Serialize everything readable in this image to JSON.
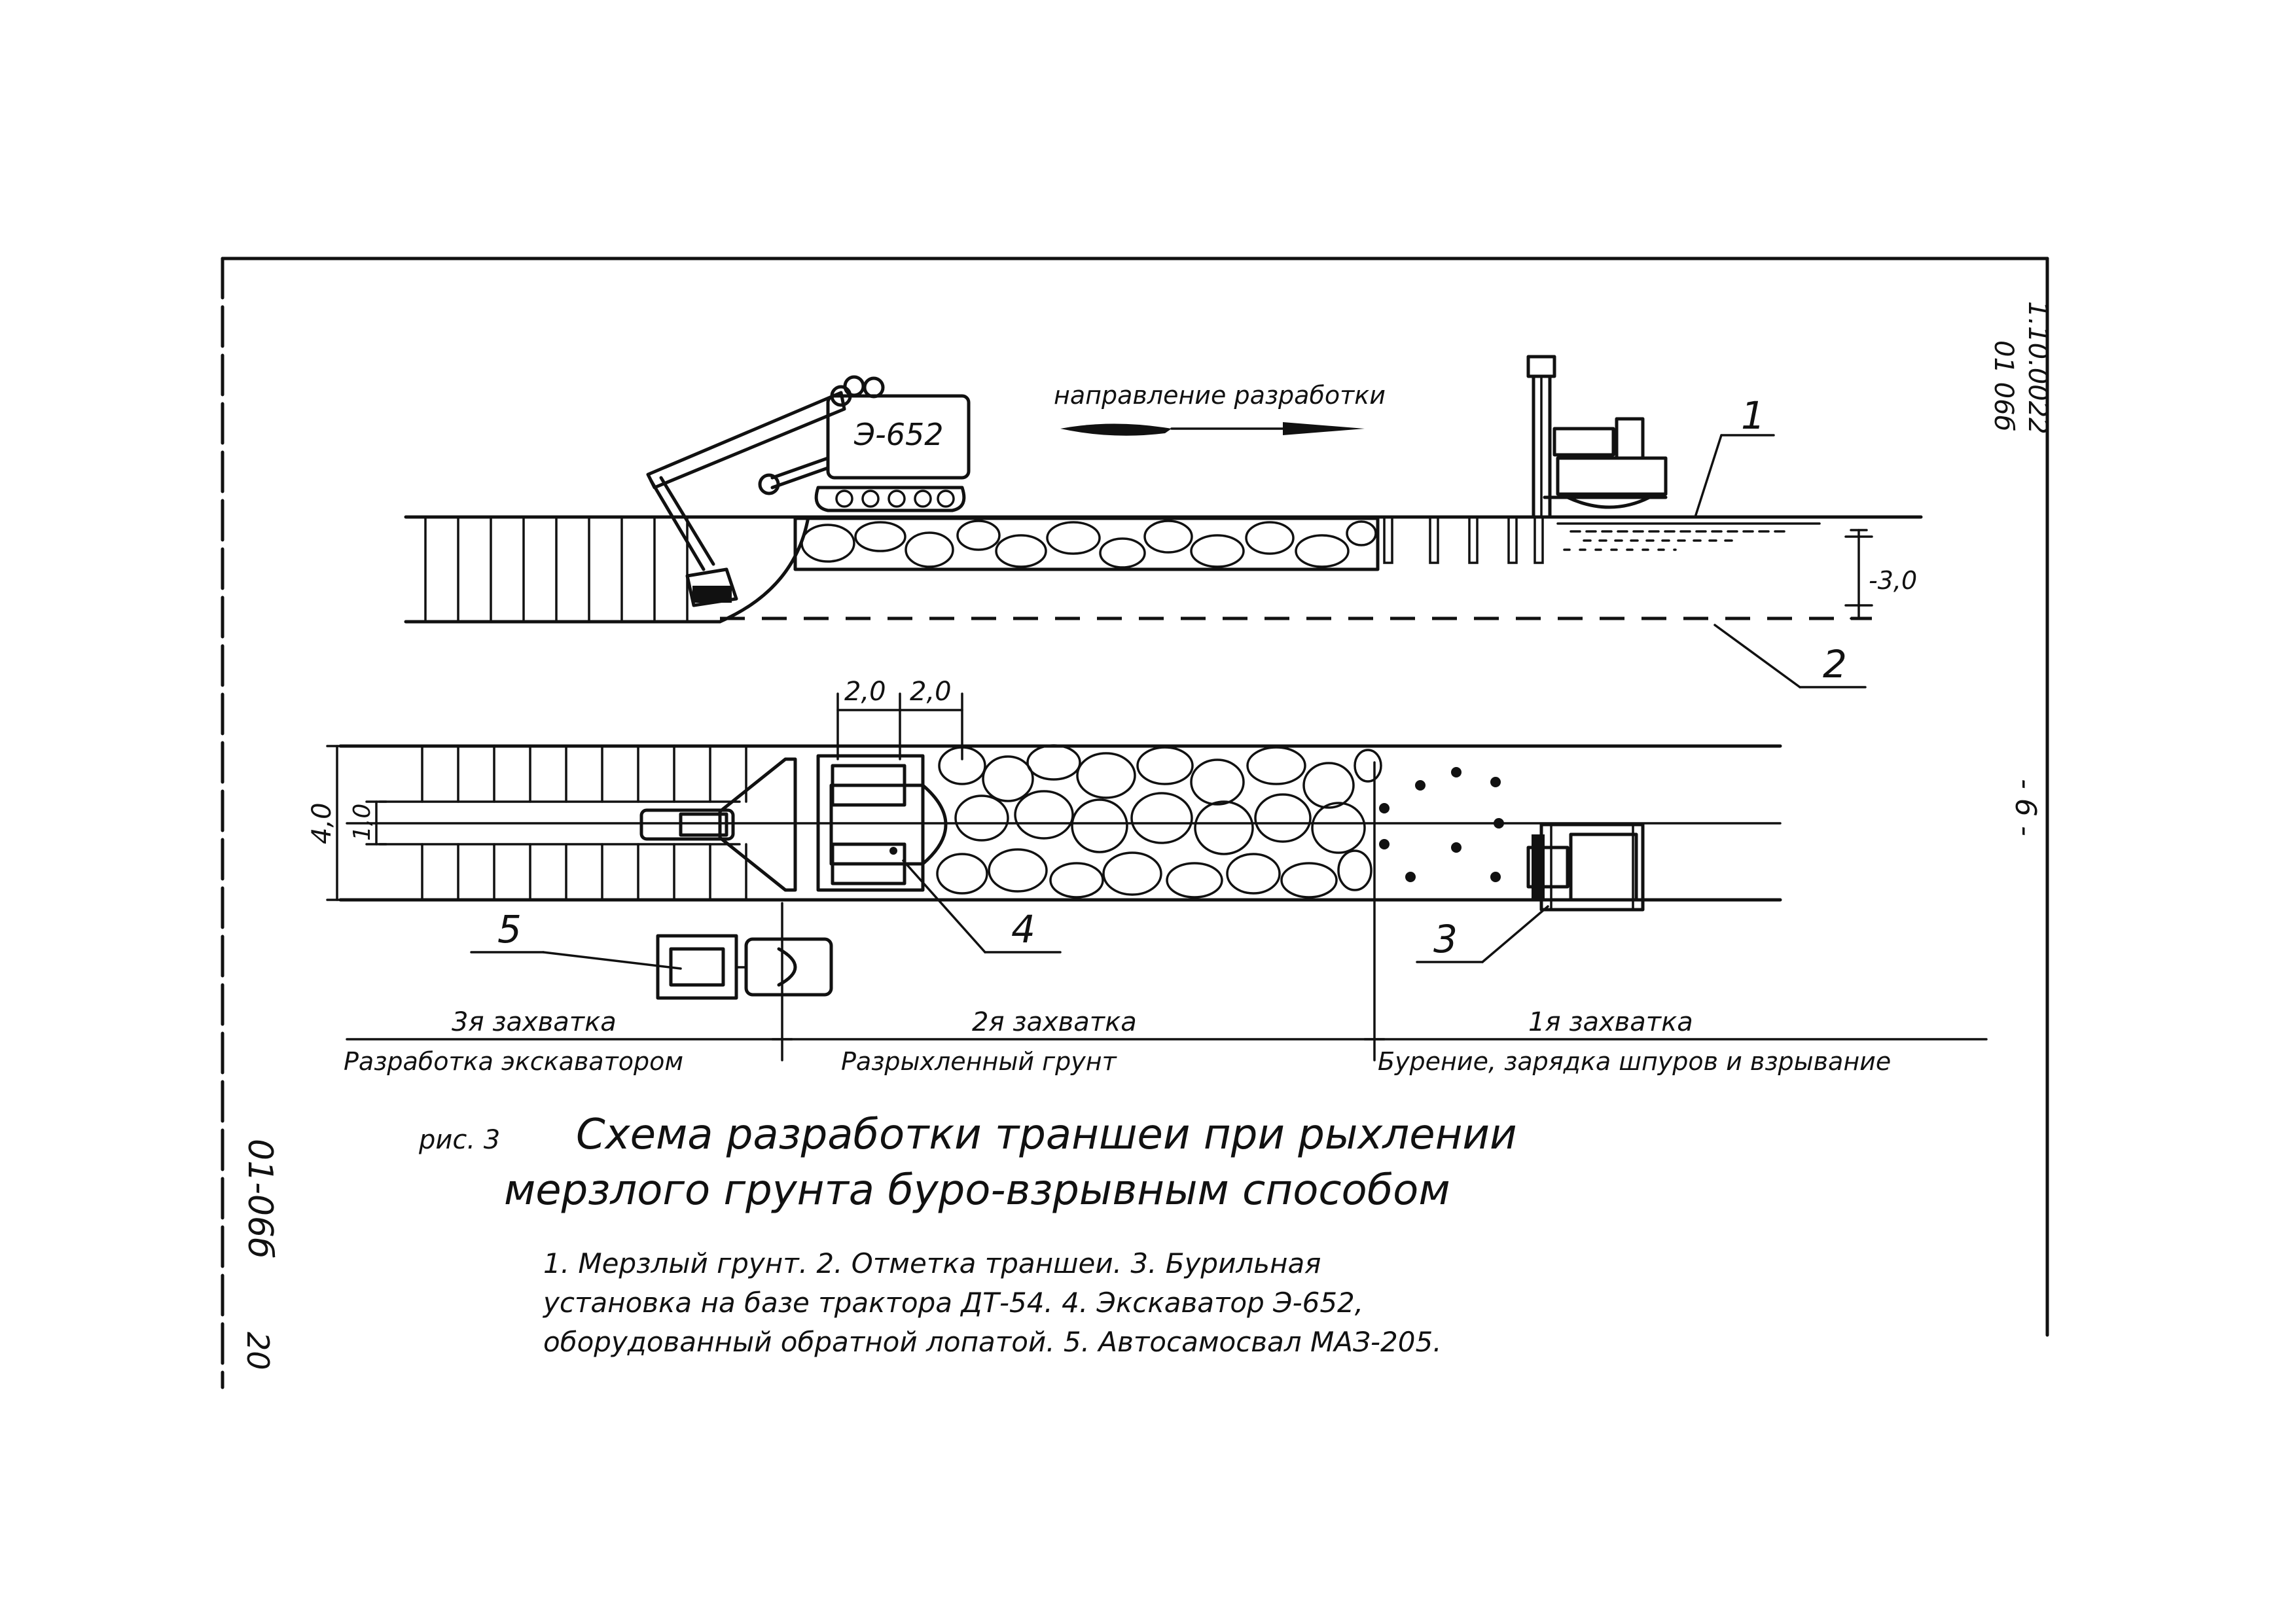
{
  "sheet": {
    "code_top_line1": "1.10.0022",
    "code_top_line2": "01 06б",
    "page_number": "- 6 -",
    "code_left": "01-06б",
    "page_left": "20"
  },
  "profile": {
    "excavator_model": "Э-652",
    "direction_label": "направление разработки",
    "depth_mark": "-3,0",
    "callout_1": "1",
    "callout_2": "2"
  },
  "plan": {
    "dim_top_a": "2,0",
    "dim_top_b": "2,0",
    "dim_width_outer": "4,0",
    "dim_width_inner": "1,0",
    "callout_3": "3",
    "callout_4": "4",
    "callout_5": "5"
  },
  "stages": [
    {
      "title": "3я захватка",
      "desc": "Разработка экскаватором"
    },
    {
      "title": "2я захватка",
      "desc": "Разрыхленный грунт"
    },
    {
      "title": "1я захватка",
      "desc": "Бурение, зарядка шпуров и взрывание"
    }
  ],
  "caption": {
    "prefix": "рис. 3",
    "line1": "Схема разработки траншеи при рыхлении",
    "line2": "мерзлого грунта буро-взрывным способом"
  },
  "legend": {
    "line1": "1. Мерзлый грунт. 2. Отметка траншеи. 3. Бурильная",
    "line2": "установка на базе трактора ДТ-54. 4. Экскаватор Э-652,",
    "line3": "оборудованный обратной лопатой. 5. Автосамосвал МАЗ-205."
  }
}
